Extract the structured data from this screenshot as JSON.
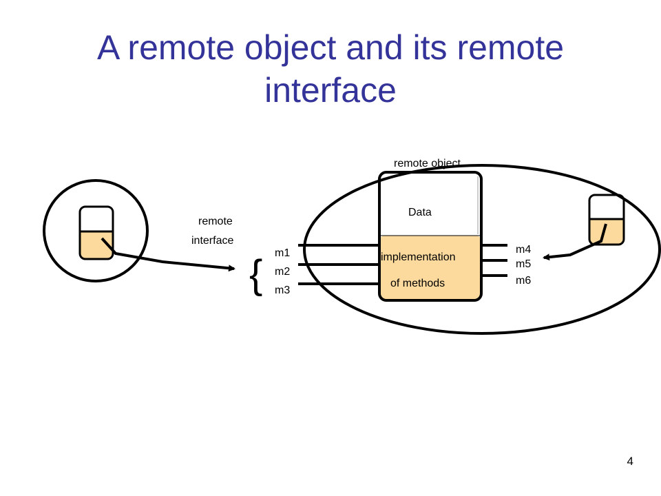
{
  "title": {
    "line1": "A remote object and its remote",
    "line2": "interface"
  },
  "diagram": {
    "remote_object_label": "remote object",
    "data_label": "Data",
    "impl_line1": "implementation",
    "impl_line2": "of methods",
    "remote_interface_line1": "remote",
    "remote_interface_line2": "interface",
    "brace": "{",
    "left_methods": [
      "m1",
      "m2",
      "m3"
    ],
    "right_methods": [
      "m4",
      "m5",
      "m6"
    ],
    "colors": {
      "title": "#333399",
      "fill": "#fcd99c",
      "stroke": "#000000"
    }
  },
  "page_number": "4"
}
